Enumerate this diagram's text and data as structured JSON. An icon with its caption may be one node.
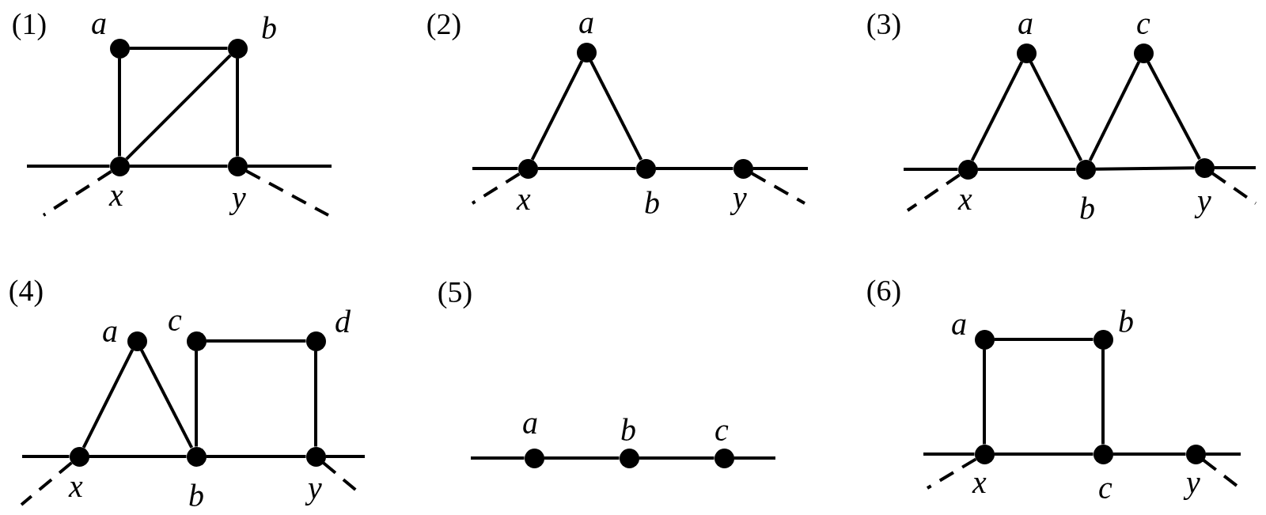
{
  "diagram": {
    "nodes": [
      {
        "text": [],
        "shape": "circle",
        "beside": [
          "a"
        ]
      },
      {
        "text": [],
        "shape": "circle",
        "beside": [
          "b"
        ]
      },
      {
        "text": [],
        "shape": "circle",
        "beside": [
          "x"
        ]
      },
      {
        "text": [],
        "shape": "circle",
        "beside": [
          "y"
        ]
      },
      {
        "text": [],
        "shape": "circle",
        "beside": [
          "a"
        ]
      },
      {
        "text": [],
        "shape": "circle",
        "beside": [
          "x"
        ]
      },
      {
        "text": [],
        "shape": "circle",
        "beside": [
          "b"
        ]
      },
      {
        "text": [],
        "shape": "circle",
        "beside": [
          "y"
        ]
      },
      {
        "text": [],
        "shape": "circle",
        "beside": [
          "a"
        ]
      },
      {
        "text": [],
        "shape": "circle",
        "beside": [
          "c"
        ]
      },
      {
        "text": [],
        "shape": "circle",
        "beside": [
          "x"
        ]
      },
      {
        "text": [],
        "shape": "circle",
        "beside": [
          "b"
        ]
      },
      {
        "text": [],
        "shape": "circle",
        "beside": [
          "y"
        ]
      },
      {
        "text": [],
        "shape": "circle",
        "beside": [
          "a"
        ]
      },
      {
        "text": [],
        "shape": "circle",
        "beside": [
          "c"
        ]
      },
      {
        "text": [],
        "shape": "circle",
        "beside": [
          "d"
        ]
      },
      {
        "text": [],
        "shape": "circle",
        "beside": [
          "x"
        ]
      },
      {
        "text": [],
        "shape": "circle",
        "beside": [
          "b"
        ]
      },
      {
        "text": [],
        "shape": "circle",
        "beside": [
          "y"
        ]
      },
      {
        "text": [],
        "shape": "circle",
        "beside": [
          "a"
        ]
      },
      {
        "text": [],
        "shape": "circle",
        "beside": [
          "b"
        ]
      },
      {
        "text": [],
        "shape": "circle",
        "beside": [
          "c"
        ]
      },
      {
        "text": [],
        "shape": "circle",
        "beside": [
          "a"
        ]
      },
      {
        "text": [],
        "shape": "circle",
        "beside": [
          "b"
        ]
      },
      {
        "text": [],
        "shape": "circle",
        "beside": [
          "x"
        ]
      },
      {
        "text": [],
        "shape": "circle",
        "beside": [
          "c"
        ]
      },
      {
        "text": [],
        "shape": "circle",
        "beside": [
          "y"
        ]
      }
    ],
    "edges": [
      {
        "from": 0,
        "to": 1,
        "arrow": "none"
      },
      {
        "from": 0,
        "to": 2,
        "arrow": "none"
      },
      {
        "from": 2,
        "to": 1,
        "arrow": "none"
      },
      {
        "from": 1,
        "to": 3,
        "arrow": "none"
      },
      {
        "from": 2,
        "to": 3,
        "arrow": "none"
      },
      {
        "from": 2,
        "to": null,
        "arrow": "none"
      },
      {
        "from": 3,
        "to": null,
        "arrow": "none"
      },
      {
        "from": 2,
        "to": null,
        "arrow": "none",
        "style": "dashed"
      },
      {
        "from": 3,
        "to": null,
        "arrow": "none",
        "style": "dashed"
      },
      {
        "from": 4,
        "to": 5,
        "arrow": "none"
      },
      {
        "from": 4,
        "to": 6,
        "arrow": "none"
      },
      {
        "from": 5,
        "to": 6,
        "arrow": "none"
      },
      {
        "from": 6,
        "to": 7,
        "arrow": "none"
      },
      {
        "from": 5,
        "to": null,
        "arrow": "none"
      },
      {
        "from": 7,
        "to": null,
        "arrow": "none"
      },
      {
        "from": 5,
        "to": null,
        "arrow": "none",
        "style": "dashed"
      },
      {
        "from": 7,
        "to": null,
        "arrow": "none",
        "style": "dashed"
      },
      {
        "from": 8,
        "to": 10,
        "arrow": "none"
      },
      {
        "from": 8,
        "to": 11,
        "arrow": "none"
      },
      {
        "from": 9,
        "to": 11,
        "arrow": "none"
      },
      {
        "from": 9,
        "to": 12,
        "arrow": "none"
      },
      {
        "from": 10,
        "to": 11,
        "arrow": "none"
      },
      {
        "from": 11,
        "to": 12,
        "arrow": "none"
      },
      {
        "from": 10,
        "to": null,
        "arrow": "none"
      },
      {
        "from": 12,
        "to": null,
        "arrow": "none"
      },
      {
        "from": 10,
        "to": null,
        "arrow": "none",
        "style": "dashed"
      },
      {
        "from": 12,
        "to": null,
        "arrow": "none",
        "style": "dashed"
      },
      {
        "from": 13,
        "to": 16,
        "arrow": "none"
      },
      {
        "from": 13,
        "to": 17,
        "arrow": "none"
      },
      {
        "from": 14,
        "to": 15,
        "arrow": "none"
      },
      {
        "from": 14,
        "to": 17,
        "arrow": "none"
      },
      {
        "from": 15,
        "to": 18,
        "arrow": "none"
      },
      {
        "from": 16,
        "to": 17,
        "arrow": "none"
      },
      {
        "from": 17,
        "to": 18,
        "arrow": "none"
      },
      {
        "from": 16,
        "to": null,
        "arrow": "none"
      },
      {
        "from": 18,
        "to": null,
        "arrow": "none"
      },
      {
        "from": 16,
        "to": null,
        "arrow": "none",
        "style": "dashed"
      },
      {
        "from": 18,
        "to": null,
        "arrow": "none",
        "style": "dashed"
      },
      {
        "from": 19,
        "to": 20,
        "arrow": "none"
      },
      {
        "from": 20,
        "to": 21,
        "arrow": "none"
      },
      {
        "from": 19,
        "to": null,
        "arrow": "none"
      },
      {
        "from": 21,
        "to": null,
        "arrow": "none"
      },
      {
        "from": 22,
        "to": 23,
        "arrow": "none"
      },
      {
        "from": 22,
        "to": 24,
        "arrow": "none"
      },
      {
        "from": 23,
        "to": 25,
        "arrow": "none"
      },
      {
        "from": 24,
        "to": 25,
        "arrow": "none"
      },
      {
        "from": 25,
        "to": 26,
        "arrow": "none"
      },
      {
        "from": 24,
        "to": null,
        "arrow": "none"
      },
      {
        "from": 26,
        "to": null,
        "arrow": "none"
      },
      {
        "from": 24,
        "to": null,
        "arrow": "none",
        "style": "dashed"
      },
      {
        "from": 26,
        "to": null,
        "arrow": "none",
        "style": "dashed"
      }
    ],
    "labels": [
      "(1)",
      "(2)",
      "(3)",
      "(4)",
      "(5)",
      "(6)"
    ]
  }
}
